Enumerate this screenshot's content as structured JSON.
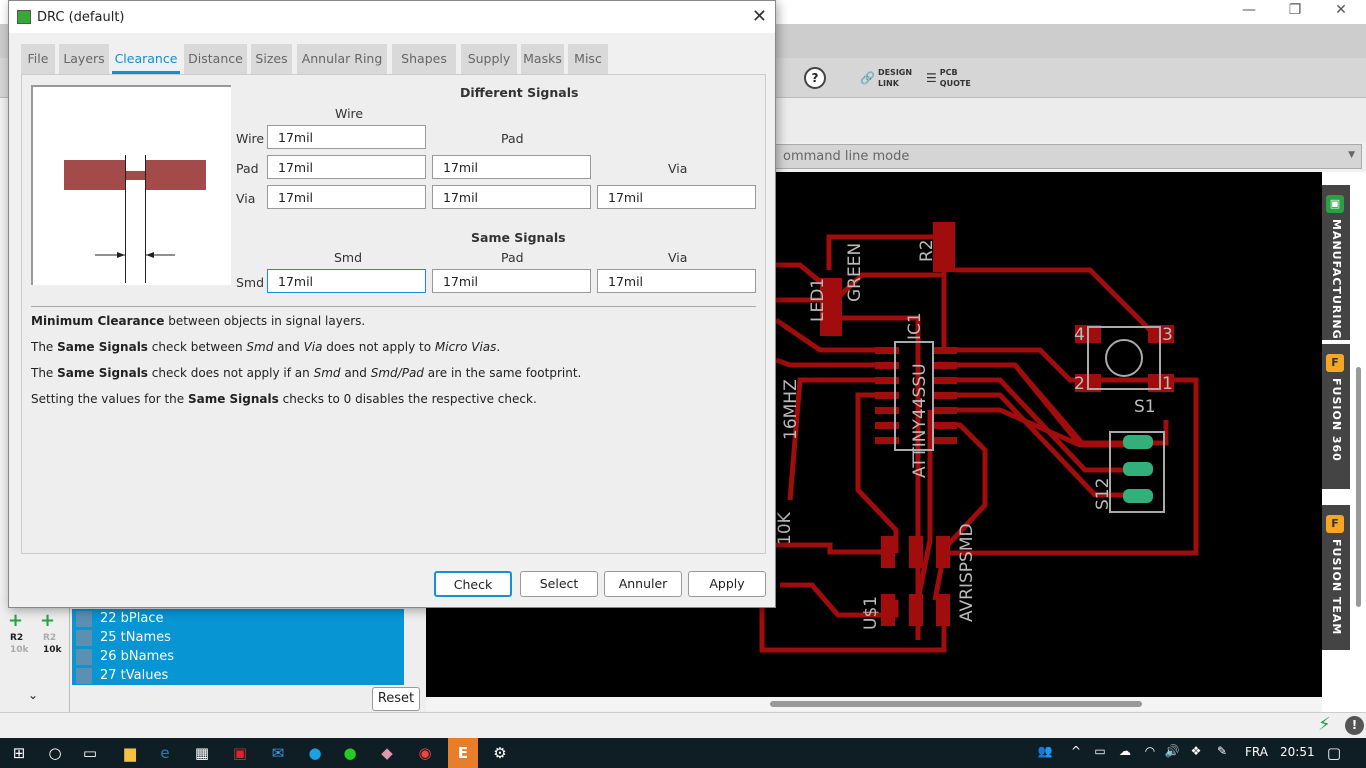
{
  "app": {
    "window_controls": {
      "minimize": "—",
      "restore": "❐",
      "close": "✕"
    },
    "toolbar": {
      "help": "?",
      "design_link": [
        "DESIGN",
        "LINK"
      ],
      "pcb_quote": [
        "PCB",
        "QUOTE"
      ]
    },
    "command_line": "ommand line mode",
    "side_panel": [
      "MANUFACTURING",
      "FUSION 360",
      "FUSION TEAM"
    ],
    "layers": [
      "22 bPlace",
      "25 tNames",
      "26 bNames",
      "27 tValues"
    ],
    "reset": "Reset",
    "part_labels": {
      "r2_top": "R2",
      "r2_value": "10k",
      "r2_b": "R2",
      "r2_b_value": "10k"
    },
    "pcb_labels": {
      "led": "LED1",
      "green": "GREEN",
      "r2": "R2",
      "ic": "IC1",
      "ic_value": "ATTINY44SSU",
      "crystal": "16MHZ",
      "res": "10K",
      "conn": "U$1",
      "conn_value": "AVRISPSMD",
      "switch": "S1",
      "switch2": "S12",
      "p4": "4",
      "p3": "3",
      "p2": "2",
      "p1": "1"
    }
  },
  "dialog": {
    "title": "DRC (default)",
    "close": "✕",
    "tabs": [
      "File",
      "Layers",
      "Clearance",
      "Distance",
      "Sizes",
      "Annular Ring",
      "Shapes",
      "Supply",
      "Masks",
      "Misc"
    ],
    "active_tab": "Clearance",
    "different_signals": {
      "title": "Different Signals",
      "col_wire": "Wire",
      "col_pad": "Pad",
      "col_via": "Via",
      "row_wire": "Wire",
      "row_pad": "Pad",
      "row_via": "Via",
      "wire_wire": "17mil",
      "pad_wire": "17mil",
      "pad_pad": "17mil",
      "via_wire": "17mil",
      "via_pad": "17mil",
      "via_via": "17mil"
    },
    "same_signals": {
      "title": "Same Signals",
      "col_smd": "Smd",
      "col_pad": "Pad",
      "col_via": "Via",
      "row_smd": "Smd",
      "smd_smd": "17mil",
      "smd_pad": "17mil",
      "smd_via": "17mil"
    },
    "desc": {
      "l1": {
        "b": "Minimum Clearance",
        "t": " between objects in signal layers."
      },
      "l2": {
        "a": "The ",
        "b": "Same Signals",
        "c": " check between ",
        "i1": "Smd",
        "d": " and ",
        "i2": "Via",
        "e": " does not apply to ",
        "i3": "Micro Vias",
        "f": "."
      },
      "l3": {
        "a": "The ",
        "b": "Same Signals",
        "c": " check does not apply if an ",
        "i1": "Smd",
        "d": " and ",
        "i2": "Smd/Pad",
        "e": " are in the same footprint."
      },
      "l4": {
        "a": "Setting the values for the ",
        "b": "Same Signals",
        "c": " checks to 0 disables the respective check."
      }
    },
    "buttons": {
      "check": "Check",
      "select": "Select",
      "cancel": "Annuler",
      "apply": "Apply"
    }
  },
  "taskbar": {
    "lang": "FRA",
    "time": "20:51"
  },
  "colors": {
    "accent": "#1590d8",
    "copper": "#a10d0d",
    "layer_bg": "#0795d3"
  }
}
